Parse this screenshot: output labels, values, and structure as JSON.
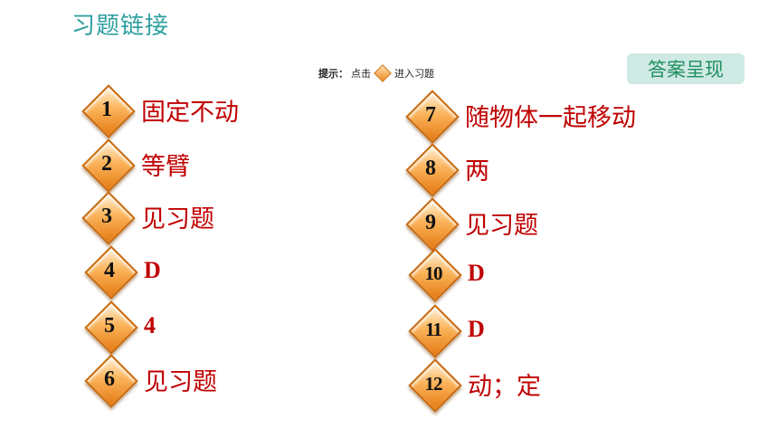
{
  "header": {
    "title": "习题链接"
  },
  "hint": {
    "prefix": "提示：",
    "click": "点击",
    "suffix": "进入习题"
  },
  "answer_button": {
    "label": "答案呈现"
  },
  "items": [
    {
      "number": "1",
      "answer": "固定不动"
    },
    {
      "number": "2",
      "answer": "等臂"
    },
    {
      "number": "3",
      "answer": "见习题"
    },
    {
      "number": "4",
      "answer": "D"
    },
    {
      "number": "5",
      "answer": "4"
    },
    {
      "number": "6",
      "answer": "见习题"
    },
    {
      "number": "7",
      "answer": "随物体一起移动"
    },
    {
      "number": "8",
      "answer": "两"
    },
    {
      "number": "9",
      "answer": "见习题"
    },
    {
      "number": "10",
      "answer": "D"
    },
    {
      "number": "11",
      "answer": "D"
    },
    {
      "number": "12",
      "answer": "动；定"
    }
  ],
  "colors": {
    "title": "#2fa0a0",
    "answer_text": "#c00000",
    "badge": "#f5a040",
    "button_bg": "#cfe9e4",
    "button_text": "#1e8f5f"
  }
}
